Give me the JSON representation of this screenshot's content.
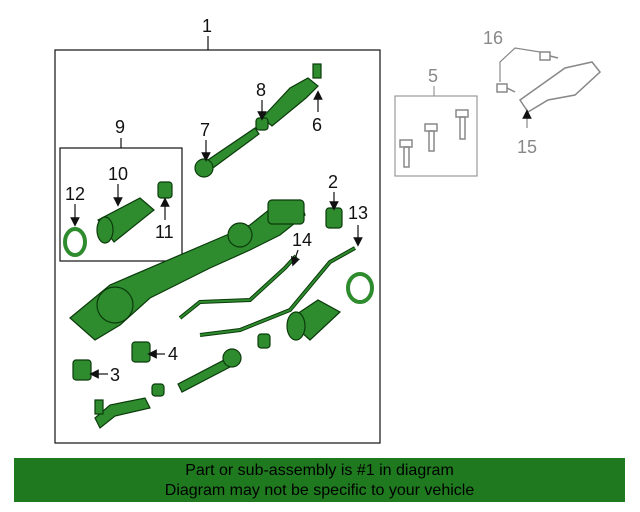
{
  "diagram": {
    "callouts": {
      "c1": "1",
      "c2": "2",
      "c3": "3",
      "c4": "4",
      "c5": "5",
      "c6": "6",
      "c7": "7",
      "c8": "8",
      "c9": "9",
      "c10": "10",
      "c11": "11",
      "c12": "12",
      "c13": "13",
      "c14": "14",
      "c15": "15",
      "c16": "16"
    },
    "colors": {
      "part_fill": "#2e8b2e",
      "part_stroke": "#0b3b0b",
      "gray": "#888888"
    }
  },
  "footer": {
    "line1": "Part or sub-assembly is #1 in diagram",
    "line2": "Diagram may not be specific to your vehicle",
    "background": "#1f7a1f"
  }
}
